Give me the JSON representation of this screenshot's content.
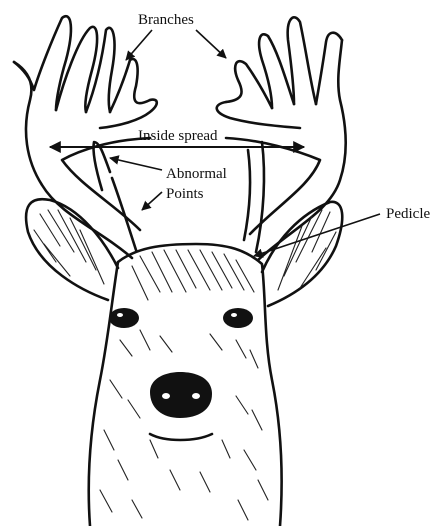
{
  "labels": {
    "branches": "Branches",
    "inside_spread": "Inside spread",
    "abnormal_line1": "Abnormal",
    "abnormal_line2": "Points",
    "pedicle": "Pedicle"
  },
  "colors": {
    "ink": "#111111",
    "background": "#ffffff"
  }
}
